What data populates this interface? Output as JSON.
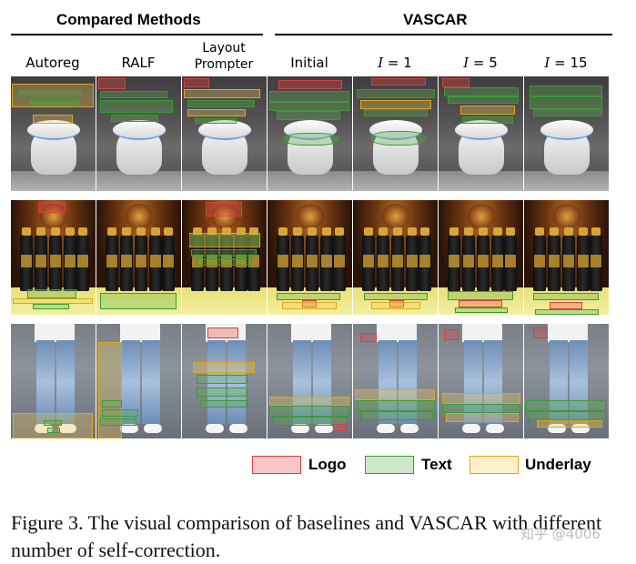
{
  "header": {
    "compared_methods": "Compared Methods",
    "vascar": "VASCAR"
  },
  "columns": [
    {
      "text": "Autoreg"
    },
    {
      "text": "RALF"
    },
    {
      "line1": "Layout",
      "line2": "Prompter"
    },
    {
      "text": "Initial"
    },
    {
      "var": "I",
      "rest": " = 1"
    },
    {
      "var": "I",
      "rest": " = 5"
    },
    {
      "var": "I",
      "rest": " = 15"
    }
  ],
  "rows": [
    {
      "scene": "toilet"
    },
    {
      "scene": "bottles"
    },
    {
      "scene": "jeans"
    }
  ],
  "legend": {
    "logo": "Logo",
    "text": "Text",
    "underlay": "Underlay"
  },
  "colors": {
    "logo": "#d94040",
    "text": "#3b9a35",
    "underlay": "#e0a818"
  },
  "caption": "Figure 3. The visual comparison of baselines and VASCAR with different number of self-correction.",
  "watermark": "知乎 @4006"
}
